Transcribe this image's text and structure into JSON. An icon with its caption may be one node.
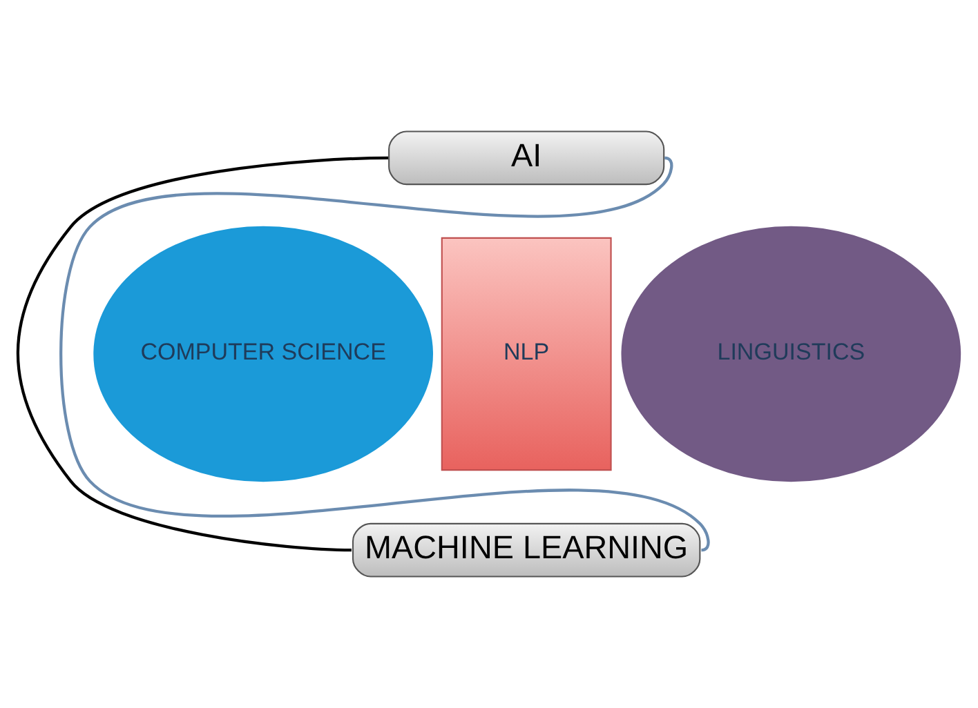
{
  "diagram": {
    "nodes": [
      {
        "text": [
          "AI"
        ]
      },
      {
        "text": [
          "COMPUTER SCIENCE"
        ]
      },
      {
        "text": [
          "NLP"
        ]
      },
      {
        "text": [
          "LINGUISTICS"
        ]
      },
      {
        "text": [
          "MACHINE LEARNING"
        ]
      }
    ],
    "edges": [
      {
        "from": 0,
        "to": 4,
        "arrow": "none",
        "color": "#000000"
      },
      {
        "from": 0,
        "to": 4,
        "arrow": "none",
        "color": "#6b8cb0"
      }
    ]
  }
}
